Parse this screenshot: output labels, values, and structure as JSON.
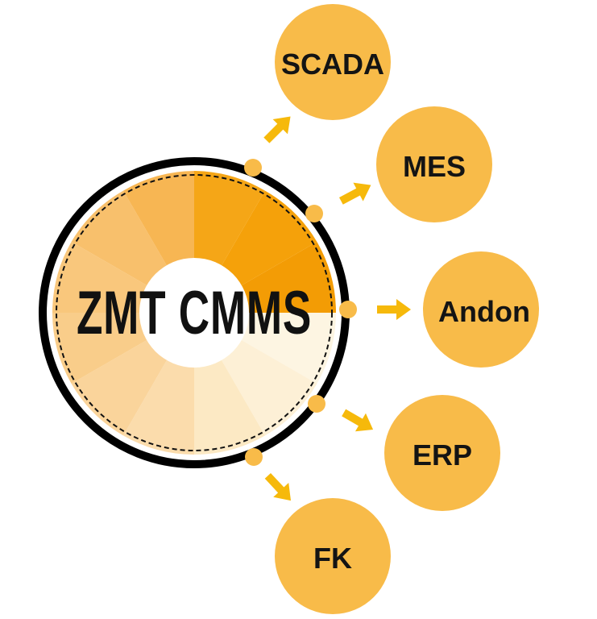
{
  "diagram": {
    "center_title": "ZMT CMMS",
    "nodes": [
      {
        "label": "SCADA"
      },
      {
        "label": "MES"
      },
      {
        "label": "Andon"
      },
      {
        "label": "ERP"
      },
      {
        "label": "FK"
      }
    ]
  },
  "colors": {
    "node_fill": "#f8bb49",
    "arrow": "#f6b90b",
    "connector_dot": "#f8bb49",
    "ring": "#000000"
  }
}
